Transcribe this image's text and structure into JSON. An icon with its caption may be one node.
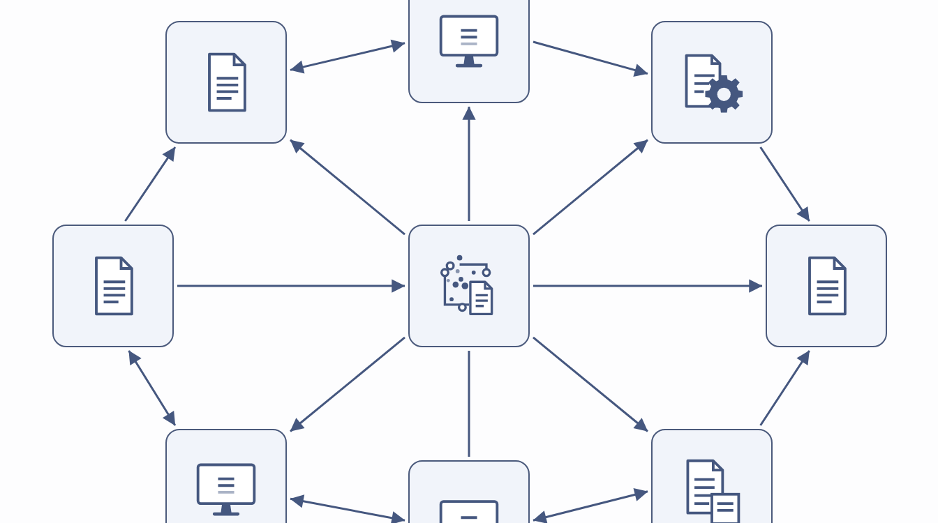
{
  "diagram": {
    "nodes": [
      {
        "text": [],
        "shape": "box"
      },
      {
        "text": [],
        "shape": "box"
      },
      {
        "text": [],
        "shape": "box"
      },
      {
        "text": [],
        "shape": "box"
      },
      {
        "text": [],
        "shape": "box"
      },
      {
        "text": [],
        "shape": "box"
      },
      {
        "text": [],
        "shape": "box"
      },
      {
        "text": [],
        "shape": "box"
      },
      {
        "text": [],
        "shape": "box"
      }
    ],
    "edges": [
      {
        "from": 0,
        "to": 1,
        "arrow": "both"
      },
      {
        "from": 1,
        "to": 2,
        "arrow": "to"
      },
      {
        "from": 2,
        "to": 5,
        "arrow": "to"
      },
      {
        "from": 3,
        "to": 0,
        "arrow": "to"
      },
      {
        "from": 3,
        "to": 4,
        "arrow": "to"
      },
      {
        "from": 4,
        "to": 0,
        "arrow": "to"
      },
      {
        "from": 4,
        "to": 1,
        "arrow": "to"
      },
      {
        "from": 4,
        "to": 2,
        "arrow": "to"
      },
      {
        "from": 4,
        "to": 5,
        "arrow": "to"
      },
      {
        "from": 4,
        "to": 6,
        "arrow": "to"
      },
      {
        "from": 4,
        "to": 7,
        "arrow": "none"
      },
      {
        "from": 4,
        "to": 8,
        "arrow": "to"
      },
      {
        "from": 3,
        "to": 6,
        "arrow": "both"
      },
      {
        "from": 6,
        "to": 7,
        "arrow": "both"
      },
      {
        "from": 7,
        "to": 8,
        "arrow": "both"
      },
      {
        "from": 8,
        "to": 5,
        "arrow": "to"
      }
    ]
  }
}
